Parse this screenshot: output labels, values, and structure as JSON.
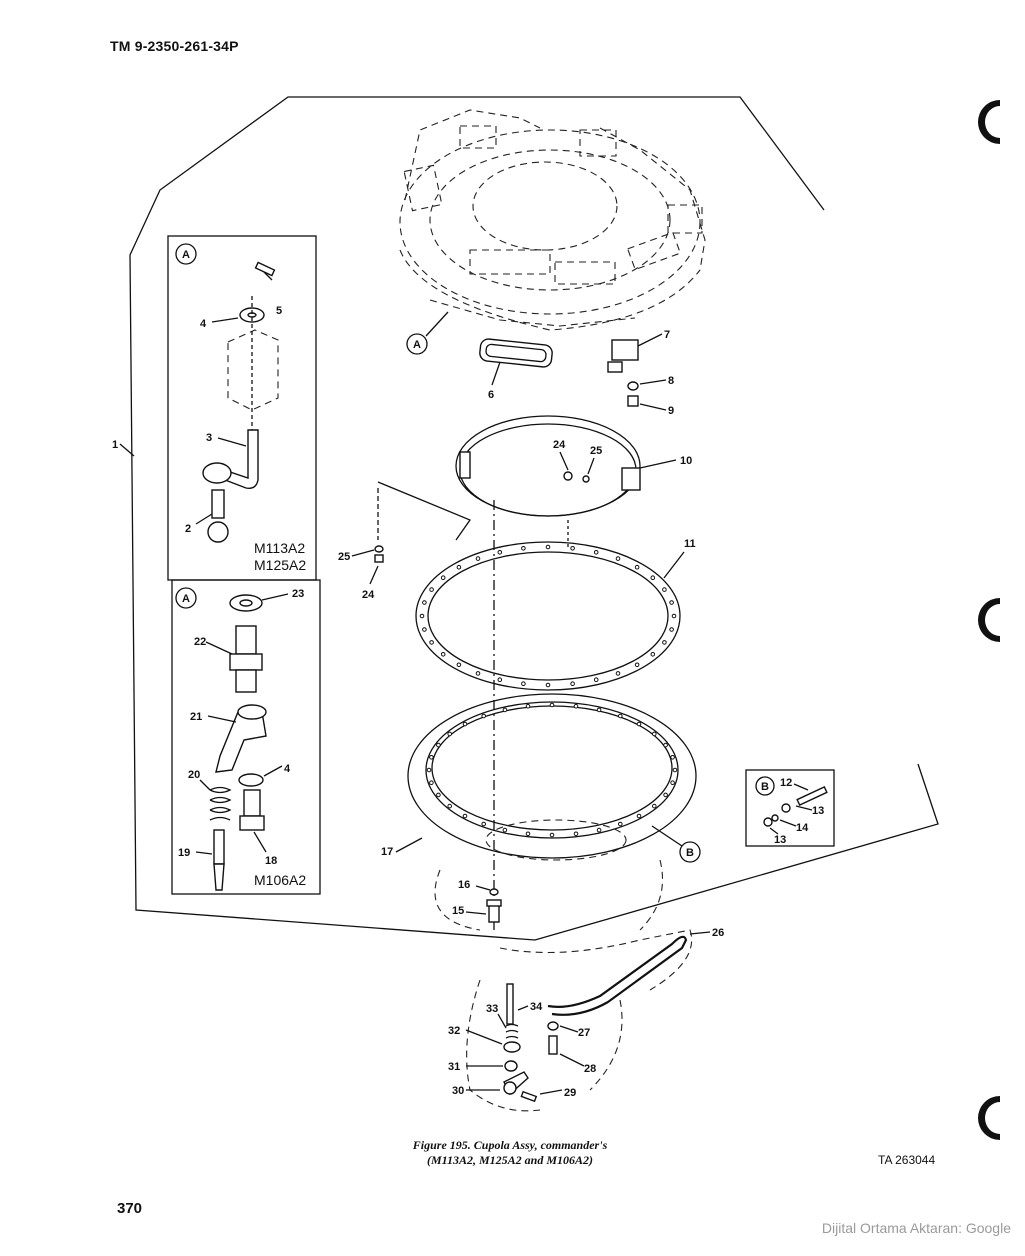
{
  "header": {
    "id": "TM 9-2350-261-34P"
  },
  "figure": {
    "caption_line1": "Figure 195.  Cupola Assy, commander's",
    "caption_line2": "(M113A2, M125A2 and M106A2)",
    "ta_number": "TA 263044"
  },
  "page": {
    "number": "370"
  },
  "scan_credit": "Dijital Ortama Aktaran: Google",
  "insets": {
    "top": {
      "callout": "A",
      "model_line1": "M113A2",
      "model_line2": "M125A2"
    },
    "bottom": {
      "callout": "A",
      "model": "M106A2"
    },
    "detail": {
      "callout": "B"
    }
  },
  "callouts": {
    "main_a": "A",
    "main_b": "B"
  },
  "item_labels": {
    "i1": "1",
    "i2": "2",
    "i3": "3",
    "i4a": "4",
    "i5": "5",
    "i6": "6",
    "i7": "7",
    "i8": "8",
    "i9": "9",
    "i10": "10",
    "i11": "11",
    "i12": "12",
    "i13a": "13",
    "i13b": "13",
    "i14": "14",
    "i15": "15",
    "i16": "16",
    "i17": "17",
    "i18": "18",
    "i19": "19",
    "i20": "20",
    "i21": "21",
    "i22": "22",
    "i23": "23",
    "i24a": "24",
    "i24b": "24",
    "i25a": "25",
    "i25b": "25",
    "i4b": "4",
    "i26": "26",
    "i27": "27",
    "i28": "28",
    "i29": "29",
    "i30": "30",
    "i31": "31",
    "i32": "32",
    "i33": "33",
    "i34": "34"
  }
}
